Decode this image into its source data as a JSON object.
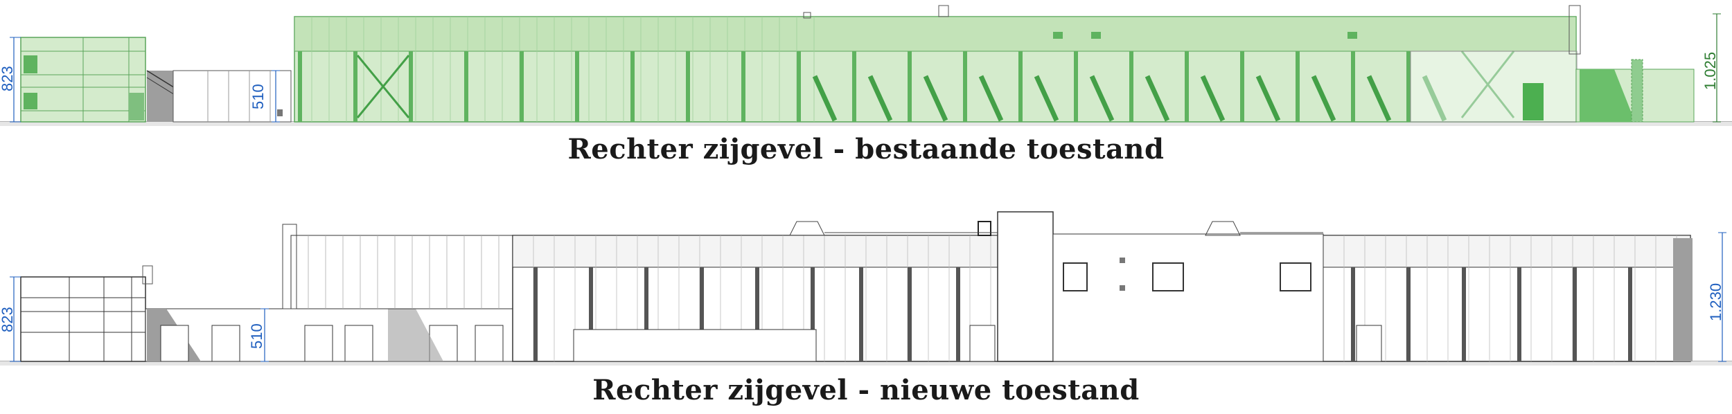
{
  "elevations": [
    {
      "title": "Rechter zijgevel - bestaande toestand",
      "dimensions": [
        "823",
        "510",
        "1.025"
      ]
    },
    {
      "title": "Rechter zijgevel - nieuwe toestand",
      "dimensions": [
        "823",
        "510",
        "1.230"
      ]
    }
  ],
  "colors": {
    "existing_fill": "#d4ebcc",
    "existing_line": "#5aa55a",
    "existing_brace": "#43a047",
    "dimension_blue": "#1f5fbf",
    "dimension_green": "#2e7d32",
    "line_dark": "#333333",
    "ground": "#bdbdbd"
  }
}
